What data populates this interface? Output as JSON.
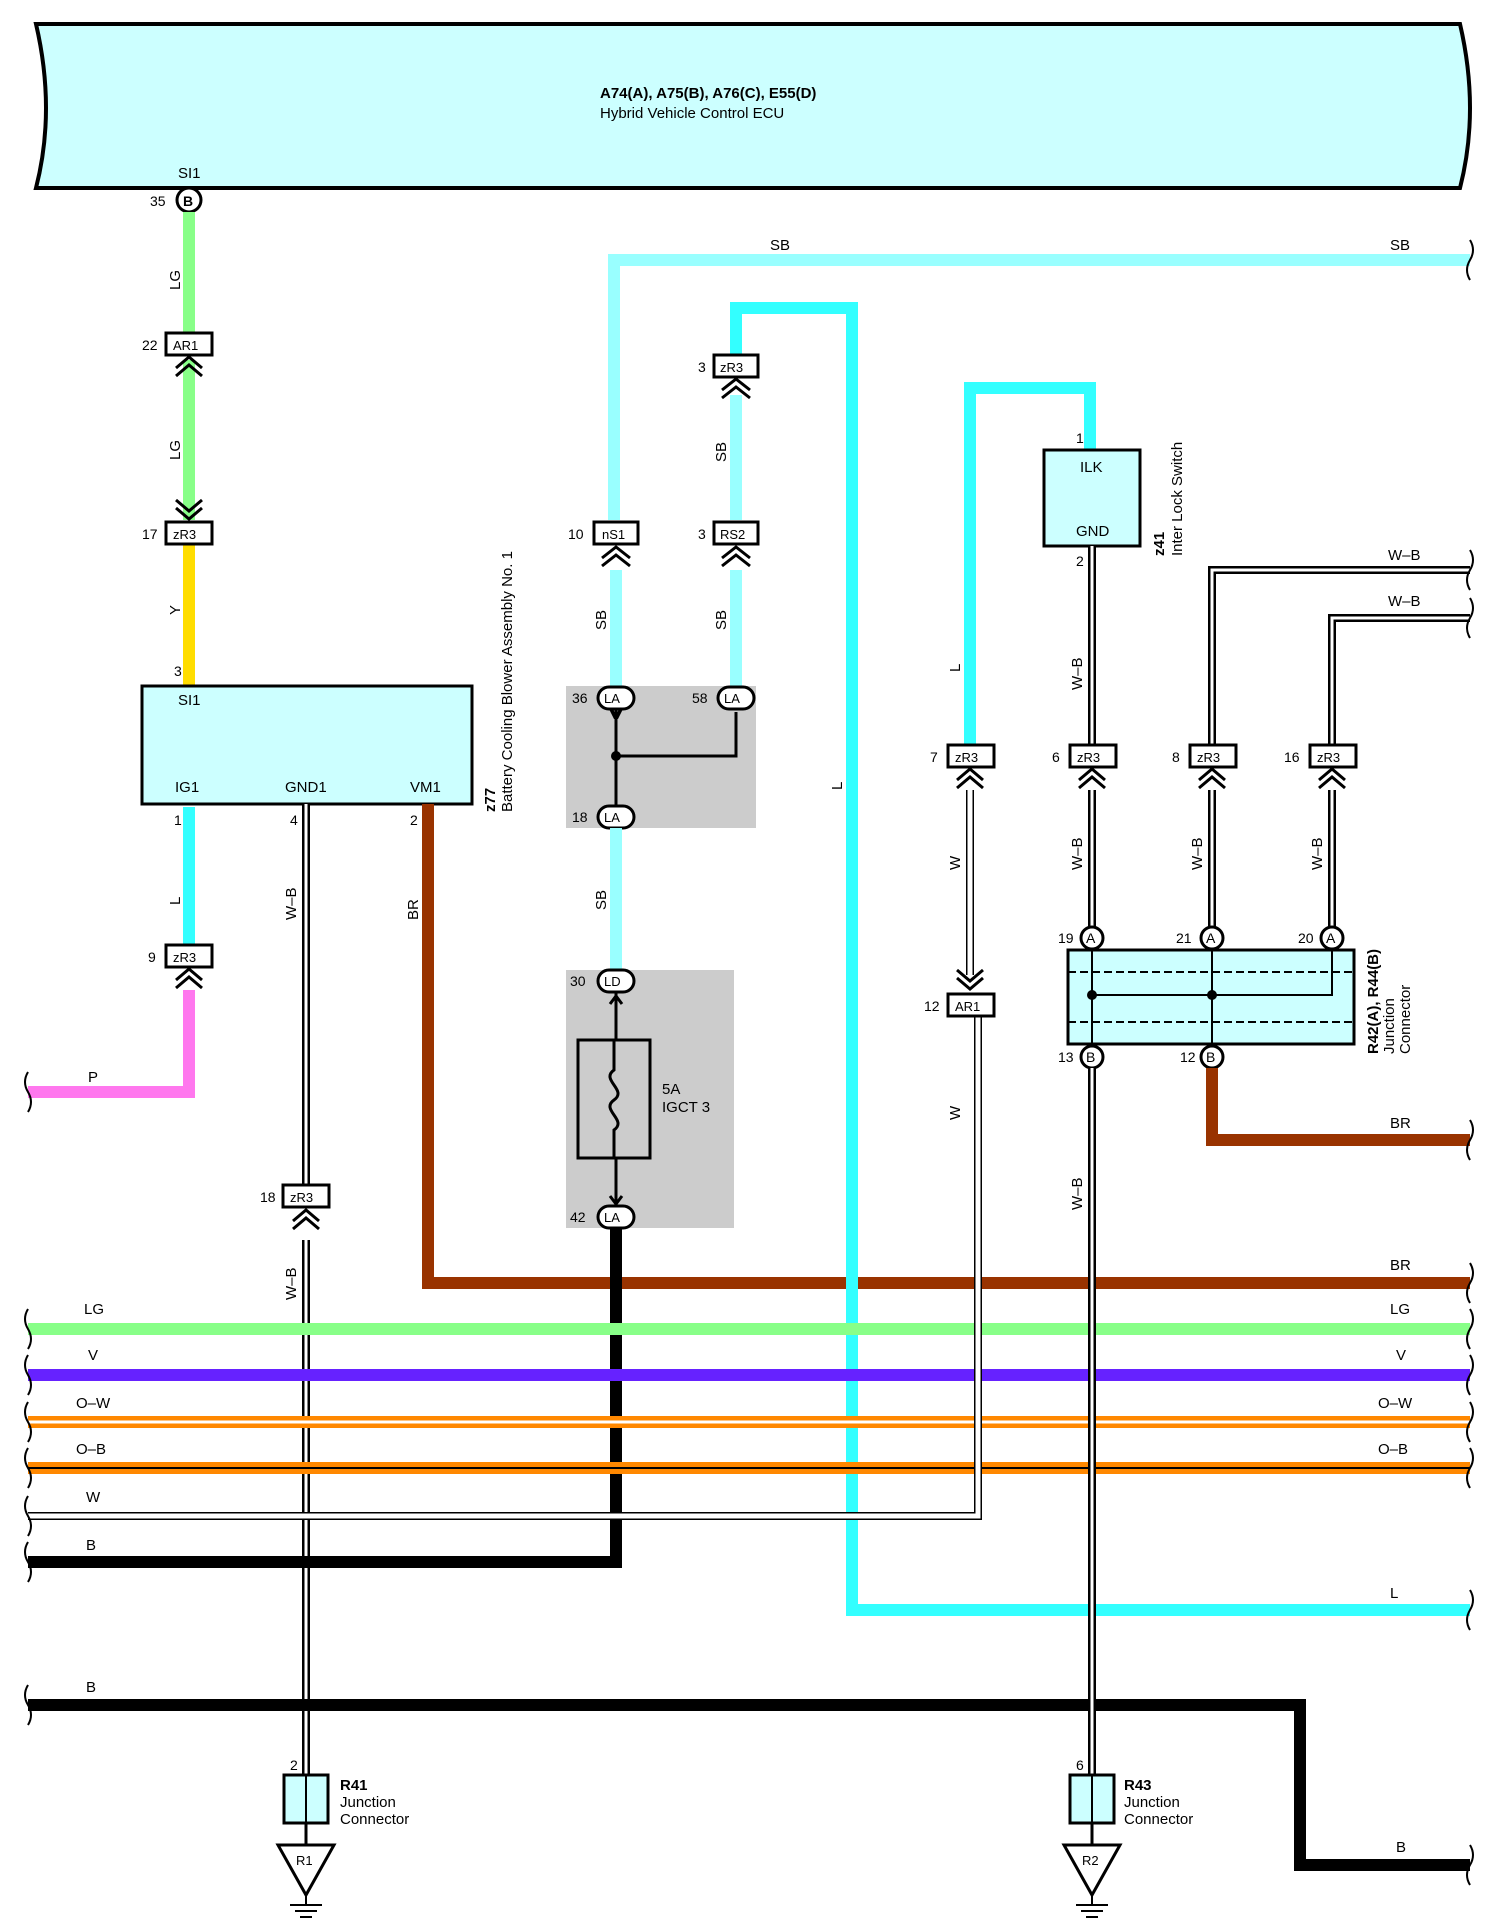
{
  "ecu": {
    "title": "A74(A), A75(B), A76(C), E55(D)",
    "subtitle": "Hybrid Vehicle Control ECU",
    "pin_name": "SI1",
    "pin_number": "35",
    "pin_letter": "B"
  },
  "wire_codes": {
    "LG": "LG",
    "Y": "Y",
    "L": "L",
    "P": "P",
    "SB": "SB",
    "WB": "W–B",
    "BR": "BR",
    "W": "W",
    "V": "V",
    "OW": "O–W",
    "OB": "O–B",
    "B": "B"
  },
  "connectors": {
    "ar1": "AR1",
    "zr3": "zR3",
    "ns1": "nS1",
    "rs2": "RS2",
    "la": "LA",
    "ld": "LD",
    "a": "A",
    "b": "B",
    "r1": "R1",
    "r2": "R2"
  },
  "pins": {
    "p22": "22",
    "p17": "17",
    "p3": "3",
    "p1": "1",
    "p4": "4",
    "p2": "2",
    "p9": "9",
    "p18": "18",
    "p10": "10",
    "p36": "36",
    "p58": "58",
    "p30": "30",
    "p42": "42",
    "p7": "7",
    "p12": "12",
    "p6": "6",
    "p8": "8",
    "p16": "16",
    "p19": "19",
    "p21": "21",
    "p20": "20",
    "p13": "13"
  },
  "blower": {
    "id": "z77",
    "name": "Battery Cooling Blower Assembly No. 1",
    "pin_si1": "SI1",
    "pin_ig1": "IG1",
    "pin_gnd1": "GND1",
    "pin_vm1": "VM1"
  },
  "fuse": {
    "rating": "5A",
    "name": "IGCT 3"
  },
  "interlock": {
    "id": "z41",
    "name": "Inter Lock Switch",
    "pin_ilk": "ILK",
    "pin_gnd": "GND"
  },
  "junction_r42": {
    "id": "R42(A), R44(B)",
    "line1": "Junction",
    "line2": "Connector"
  },
  "junction_r41": {
    "id": "R41",
    "line1": "Junction",
    "line2": "Connector"
  },
  "junction_r43": {
    "id": "R43",
    "line1": "Junction",
    "line2": "Connector"
  },
  "colors": {
    "ecu_fill": "#ccffff",
    "sb": "#99ffff",
    "l": "#33ffff",
    "lg": "#88ff88",
    "y": "#ffdd00",
    "p": "#ff77ee",
    "br": "#993300",
    "v": "#6622ff",
    "o": "#ff8800",
    "b": "#000000",
    "shade": "#cccccc"
  }
}
